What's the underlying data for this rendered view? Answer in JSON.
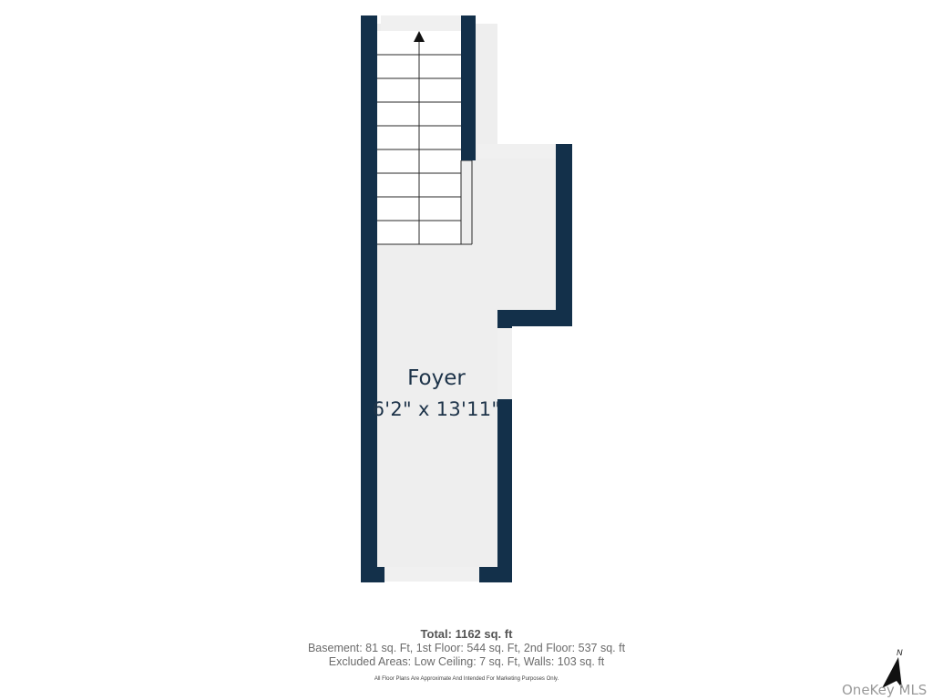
{
  "room": {
    "name": "Foyer",
    "dimensions": "6'2\" x 13'11\""
  },
  "summary": {
    "total": "Total: 1162 sq. ft",
    "floors": "Basement: 81 sq. Ft, 1st Floor: 544 sq. Ft, 2nd Floor: 537 sq. ft",
    "excluded": "Excluded Areas: Low Ceiling: 7 sq. Ft, Walls: 103 sq. ft",
    "disclaimer": "All Floor Plans Are Approximate And Intended For Marketing Purposes Only."
  },
  "compass": {
    "label": "N"
  },
  "watermark": "OneKey MLS",
  "colors": {
    "wall": "#13304a",
    "floor": "#eeeeee",
    "stairs_bg": "#ffffff",
    "text": "#1d3349"
  }
}
